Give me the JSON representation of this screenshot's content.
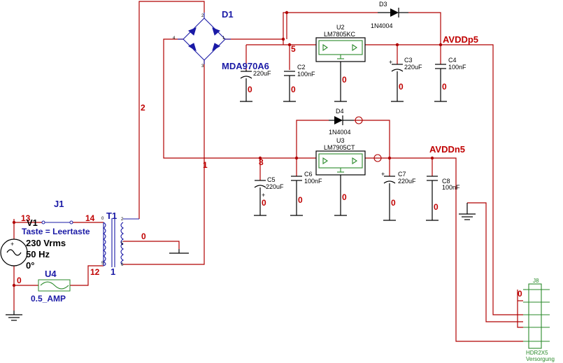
{
  "components": {
    "d1": {
      "ref": "D1",
      "part": "MDA970A6",
      "pins": [
        "2",
        "1",
        "4",
        "3"
      ]
    },
    "u2": {
      "ref": "U2",
      "part": "LM7805KC"
    },
    "u3": {
      "ref": "U3",
      "part": "LM7905CT"
    },
    "d3": {
      "ref": "D3",
      "part": "1N4004"
    },
    "d4": {
      "ref": "D4",
      "part": "1N4004"
    },
    "c1": {
      "value": "220uF"
    },
    "c2": {
      "ref": "C2",
      "value": "100nF"
    },
    "c3": {
      "ref": "C3",
      "value": "220uF"
    },
    "c4": {
      "ref": "C4",
      "value": "100nF"
    },
    "c5": {
      "ref": "C5",
      "value": "220uF"
    },
    "c6": {
      "ref": "C6",
      "value": "100nF"
    },
    "c7": {
      "ref": "C7",
      "value": "220uF"
    },
    "c8": {
      "ref": "C8",
      "value": "100nF"
    },
    "t1": {
      "ref": "T1",
      "pin_primary_top": "0",
      "pin_secondary_top": "2",
      "pin_primary_bottom": "5",
      "pin_secondary_mid": "5",
      "pin_secondary_bottom": "6",
      "net_below": "1"
    },
    "v1": {
      "ref": "V1",
      "voltage": "230 Vrms",
      "frequency": "50 Hz",
      "phase": "0°"
    },
    "j1": {
      "ref": "J1",
      "caption": "Taste = Leertaste"
    },
    "u4": {
      "ref": "U4",
      "value": "0.5_AMP"
    },
    "j8": {
      "ref": "J8",
      "part": "HDR2X5",
      "caption": "Versorgung"
    }
  },
  "nets": {
    "avdd_p5": "AVDDp5",
    "avdd_n5": "AVDDn5",
    "n1": "1",
    "n2": "2",
    "n5": "5",
    "n8": "8",
    "n12": "12",
    "n13": "13",
    "n14": "14",
    "gnd": "0"
  }
}
